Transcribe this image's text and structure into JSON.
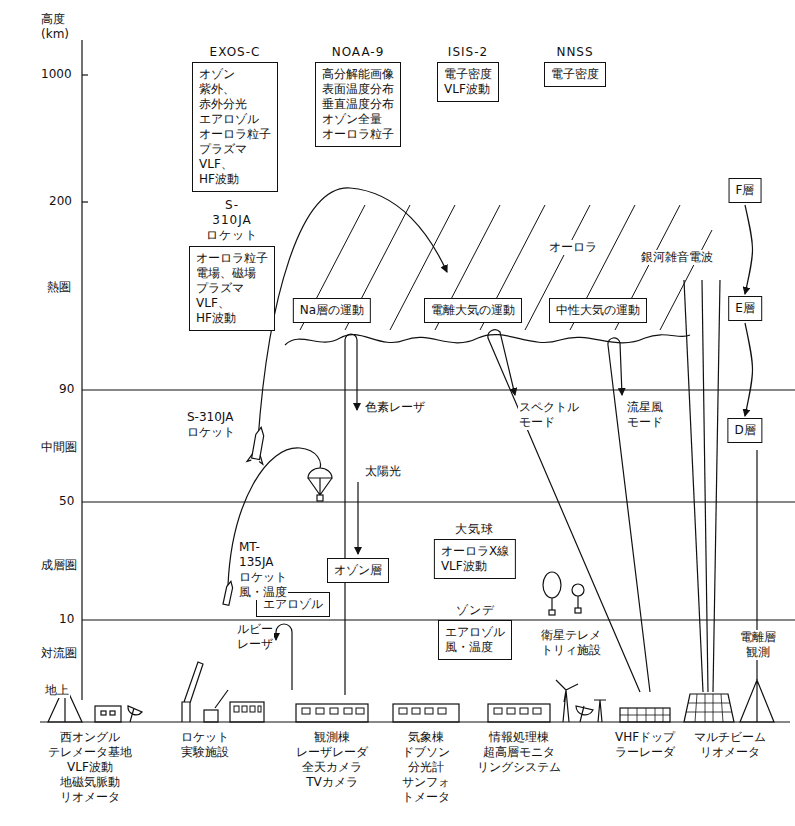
{
  "diagram": {
    "nodes": [
      {
        "text": [
          "EXOS-C",
          "オゾン 紫外、赤外分光 エアロゾル オーロラ粒子 プラズマ VLF、HF波動"
        ]
      },
      {
        "text": [
          "NOAA-9",
          "高分解能画像 表面温度分布 垂直温度分布 オゾン全量 オーロラ粒子"
        ]
      },
      {
        "text": [
          "ISIS-2",
          "電子密度 VLF波動"
        ]
      },
      {
        "text": [
          "NNSS",
          "電子密度"
        ]
      },
      {
        "text": [
          "F層"
        ]
      },
      {
        "text": [
          "S-310JA ロケット",
          "オーロラ粒子 電場、磁場 プラズマ VLF、HF波動"
        ]
      },
      {
        "text": [
          "Na層の運動"
        ]
      },
      {
        "text": [
          "電離大気の運動"
        ]
      },
      {
        "text": [
          "中性大気の運動"
        ]
      },
      {
        "text": [
          "E層"
        ]
      },
      {
        "text": [
          "D層"
        ]
      },
      {
        "text": [
          "大気球",
          "オーロラX線 VLF波動"
        ]
      },
      {
        "text": [
          "オゾン層"
        ]
      },
      {
        "text": [
          "エアロゾル"
        ]
      },
      {
        "text": [
          "ゾンデ",
          "エアロゾル 風・温度"
        ]
      }
    ],
    "edges": [
      {
        "from": 4,
        "to": 9,
        "arrow": "to"
      },
      {
        "from": 9,
        "to": 10,
        "arrow": "to"
      }
    ],
    "labels": [
      "高度 (km)",
      "1000",
      "200",
      "90",
      "50",
      "10",
      "地上",
      "熱圏",
      "中間圏",
      "成層圏",
      "対流圏",
      "オーロラ",
      "銀河雑音電波",
      "色素レーザ",
      "太陽光",
      "スペクトル モード",
      "流星風 モード",
      "S-310JA ロケット",
      "MT-135JA ロケット 風・温度",
      "ルビー レーザ",
      "衛星テレメ トリィ施設",
      "電離層 観測",
      "西オングル テレメータ基地 VLF波動 地磁気脈動 リオメータ",
      "ロケット 実験施設",
      "観測棟 レーザレーダ 全天カメラ TVカメラ",
      "気象棟 ドブソン 分光計 サンフォ トメータ",
      "情報処理棟 超高層モニタ リングシステム",
      "VHFドップ ラーレーダ",
      "マルチビーム リオメータ"
    ]
  }
}
